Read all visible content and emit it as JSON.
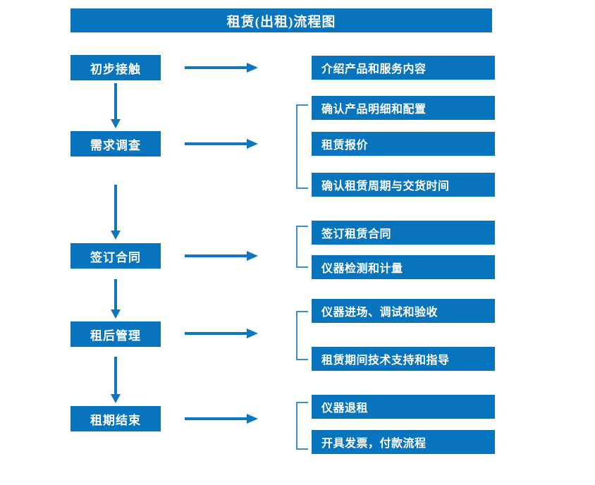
{
  "chart_data": {
    "type": "diagram",
    "diagram_kind": "flowchart",
    "title": "租赁(出租)流程图",
    "accent_color": "#0874BE",
    "arrow_color": "#0E76BC",
    "bracket_color": "#3E8ECC",
    "text_color": "#FFFFFF",
    "background": "#FFFFFF",
    "stages": [
      {
        "label": "初步接触",
        "details": [
          "介绍产品和服务内容"
        ]
      },
      {
        "label": "需求调查",
        "details": [
          "确认产品明细和配置",
          "租赁报价",
          "确认租赁周期与交货时间"
        ]
      },
      {
        "label": "签订合同",
        "details": [
          "签订租赁合同",
          "仪器检测和计量"
        ]
      },
      {
        "label": "租后管理",
        "details": [
          "仪器进场、调试和验收",
          "租赁期间技术支持和指导"
        ]
      },
      {
        "label": "租期结束",
        "details": [
          "仪器退租",
          "开具发票，付款流程"
        ]
      }
    ]
  },
  "title": {
    "text": "租赁(出租)流程图"
  },
  "stages": [
    {
      "label": "初步接触"
    },
    {
      "label": "需求调查"
    },
    {
      "label": "签订合同"
    },
    {
      "label": "租后管理"
    },
    {
      "label": "租期结束"
    }
  ],
  "details": {
    "g1": [
      {
        "label": "介绍产品和服务内容"
      }
    ],
    "g2": [
      {
        "label": "确认产品明细和配置"
      },
      {
        "label": "租赁报价"
      },
      {
        "label": "确认租赁周期与交货时间"
      }
    ],
    "g3": [
      {
        "label": "签订租赁合同"
      },
      {
        "label": "仪器检测和计量"
      }
    ],
    "g4": [
      {
        "label": "仪器进场、调试和验收"
      },
      {
        "label": "租赁期间技术支持和指导"
      }
    ],
    "g5": [
      {
        "label": "仪器退租"
      },
      {
        "label": "开具发票，付款流程"
      }
    ]
  }
}
